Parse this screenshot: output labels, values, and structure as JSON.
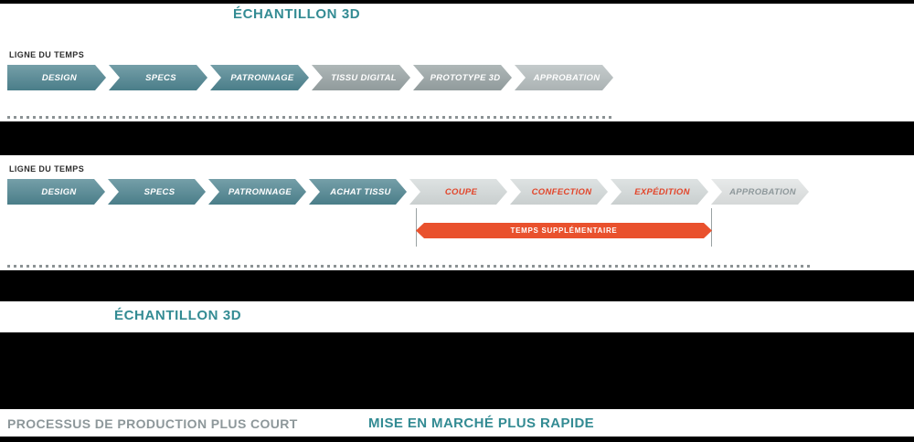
{
  "colors": {
    "background": "#000000",
    "panel": "#ffffff",
    "teal_heading": "#338b93",
    "arrow_teal": "#4e8490",
    "arrow_gray": "#98a3a4",
    "arrow_light_gray": "#b4bcbd",
    "arrow_pale_gray": "#d4dada",
    "arrow_palest_gray": "#e0e3e3",
    "extra_time_orange": "#e9512d",
    "red_step_text": "#e2452a",
    "muted_gray_text": "#8d979a"
  },
  "timeline_3d": {
    "heading": "ÉCHANTILLON 3D",
    "label": "LIGNE DU TEMPS",
    "steps": [
      {
        "label": "DESIGN"
      },
      {
        "label": "SPECS"
      },
      {
        "label": "PATRONNAGE"
      },
      {
        "label": "TISSU DIGITAL"
      },
      {
        "label": "PROTOTYPE 3D"
      },
      {
        "label": "APPROBATION"
      }
    ]
  },
  "timeline_traditional": {
    "label": "LIGNE DU TEMPS",
    "steps": [
      {
        "label": "DESIGN"
      },
      {
        "label": "SPECS"
      },
      {
        "label": "PATRONNAGE"
      },
      {
        "label": "ACHAT TISSU"
      },
      {
        "label": "COUPE"
      },
      {
        "label": "CONFECTION"
      },
      {
        "label": "EXPÉDITION"
      },
      {
        "label": "APPROBATION"
      }
    ],
    "extra_time_label": "TEMPS SUPPLÉMENTAIRE"
  },
  "caption_3d": "ÉCHANTILLON 3D",
  "footer": {
    "left": "PROCESSUS DE PRODUCTION PLUS COURT",
    "right": "MISE EN MARCHÉ PLUS RAPIDE"
  }
}
